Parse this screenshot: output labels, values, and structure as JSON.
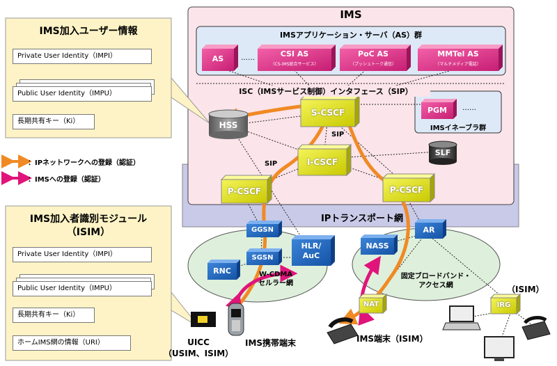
{
  "ims": {
    "title": "IMS",
    "as_group_title": "IMSアプリケーション・サーバ（AS）群",
    "as_items": [
      {
        "label": "AS",
        "sub": ""
      },
      {
        "label": "CSI AS",
        "sub": "（CS-IMS統合サービス）"
      },
      {
        "label": "PoC AS",
        "sub": "（プッシュトーク通信）"
      },
      {
        "label": "MMTel AS",
        "sub": "（マルチメディア電話）"
      }
    ],
    "ellipsis": "……",
    "isc_label": "ISC（IMSサービス制御）インタフェース（SIP）",
    "enabler_title": "IMSイネーブラ群",
    "pgm": "PGM",
    "s_cscf": "S-CSCF",
    "i_cscf": "I-CSCF",
    "hss": "HSS",
    "slf": "SLF",
    "sip": "SIP"
  },
  "transport": {
    "title": "IPトランスポート網",
    "p_cscf": "P-CSCF"
  },
  "wcdma": {
    "ggsn": "GGSN",
    "sgsn": "SGSN",
    "rnc": "RNC",
    "hlr": "HLR/\nAuC",
    "label": "W-CDMA\nセルラー網"
  },
  "fixed": {
    "nass": "NASS",
    "ar": "AR",
    "nat": "NAT",
    "label": "固定ブロードバンド・\nアクセス網",
    "irg": "IRG",
    "isim_label": "（ISIM）"
  },
  "subscriber_box": {
    "title": "IMS加入ユーザー情報",
    "items": [
      "Private User Identity（IMPI）",
      "Public User Identity（IMPU）",
      "長期共有キー（Ki）"
    ]
  },
  "isim_box": {
    "title": "IMS加入者識別モジュール",
    "subtitle": "（ISIM）",
    "items": [
      "Private User Identity（IMPI）",
      "Public User Identity（IMPU）",
      "長期共有キー（Ki）",
      "ホームIMS網の情報（URI）"
    ]
  },
  "legend": [
    {
      "label": "：IPネットワークへの登録（認証）",
      "color": "#f08a24"
    },
    {
      "label": "：IMSへの登録（認証）",
      "color": "#e0147a"
    }
  ],
  "devices": {
    "uicc_label": "UICC\n（USIM、ISIM）",
    "mobile_label": "IMS携帯端末",
    "fixed_terminal_label": "IMS端末（ISIM）"
  }
}
